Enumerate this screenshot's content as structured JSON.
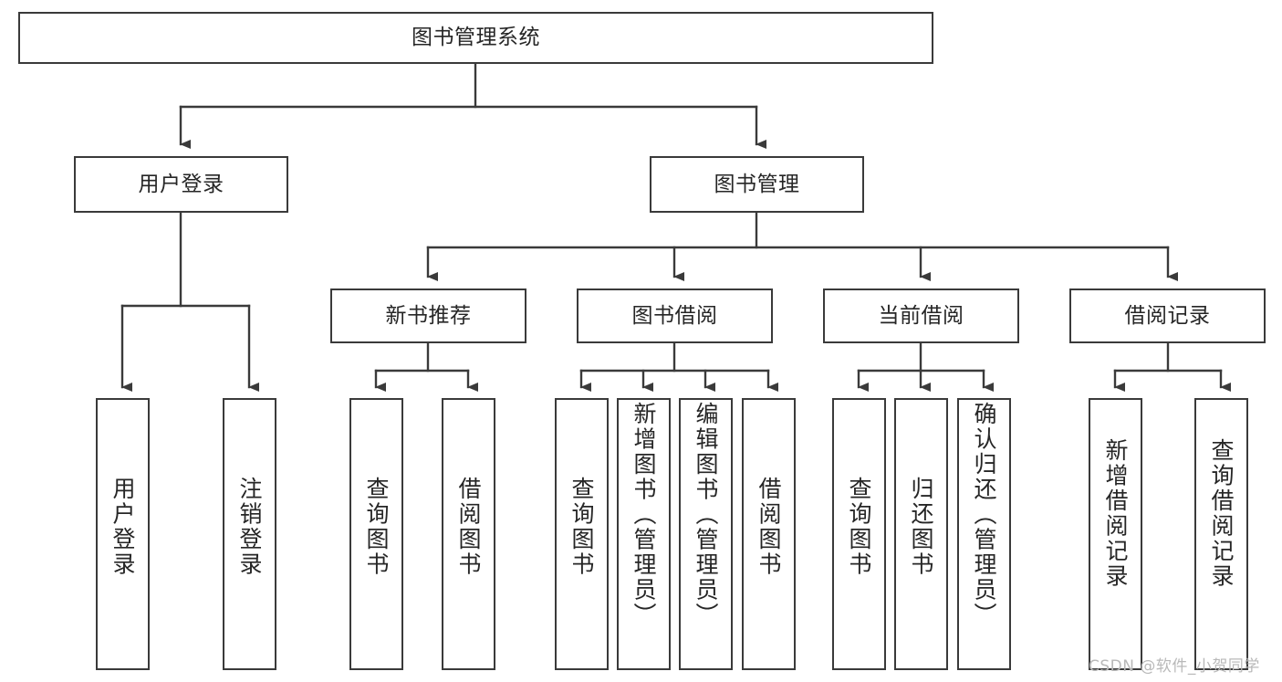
{
  "diagram": {
    "type": "tree-hierarchy-diagram",
    "title": "图书管理系统",
    "colors": {
      "background": "#ffffff",
      "node_border": "#3a3a3a",
      "node_fill": "#ffffff",
      "text": "#262626",
      "connector": "#3a3a3a",
      "watermark": "#b9b9b9"
    },
    "nodes": {
      "root": {
        "label": "图书管理系统"
      },
      "level2": [
        {
          "id": "user-login",
          "label": "用户登录"
        },
        {
          "id": "book-management",
          "label": "图书管理"
        }
      ],
      "level3": [
        {
          "id": "new-book-recommend",
          "label": "新书推荐"
        },
        {
          "id": "book-borrow",
          "label": "图书借阅"
        },
        {
          "id": "current-borrow",
          "label": "当前借阅"
        },
        {
          "id": "borrow-record",
          "label": "借阅记录"
        }
      ],
      "leaves": [
        {
          "id": "leaf-user-login",
          "label": "用户登录",
          "parent": "user-login"
        },
        {
          "id": "leaf-logout-login",
          "label": "注销登录",
          "parent": "user-login"
        },
        {
          "id": "leaf-query-book-1",
          "label": "查询图书",
          "parent": "new-book-recommend"
        },
        {
          "id": "leaf-borrow-book-1",
          "label": "借阅图书",
          "parent": "new-book-recommend"
        },
        {
          "id": "leaf-query-book-2",
          "label": "查询图书",
          "parent": "book-borrow"
        },
        {
          "id": "leaf-add-book",
          "label": "新增图书（管理员）",
          "parent": "book-borrow"
        },
        {
          "id": "leaf-edit-book",
          "label": "编辑图书（管理员）",
          "parent": "book-borrow"
        },
        {
          "id": "leaf-borrow-book-2",
          "label": "借阅图书",
          "parent": "book-borrow"
        },
        {
          "id": "leaf-query-book-3",
          "label": "查询图书",
          "parent": "current-borrow"
        },
        {
          "id": "leaf-return-book",
          "label": "归还图书",
          "parent": "current-borrow"
        },
        {
          "id": "leaf-confirm-return",
          "label": "确认归还（管理员）",
          "parent": "current-borrow"
        },
        {
          "id": "leaf-add-record",
          "label": "新增借阅记录",
          "parent": "borrow-record"
        },
        {
          "id": "leaf-query-record",
          "label": "查询借阅记录",
          "parent": "borrow-record"
        }
      ]
    },
    "watermark": "CSDN @软件_小贺同学"
  }
}
